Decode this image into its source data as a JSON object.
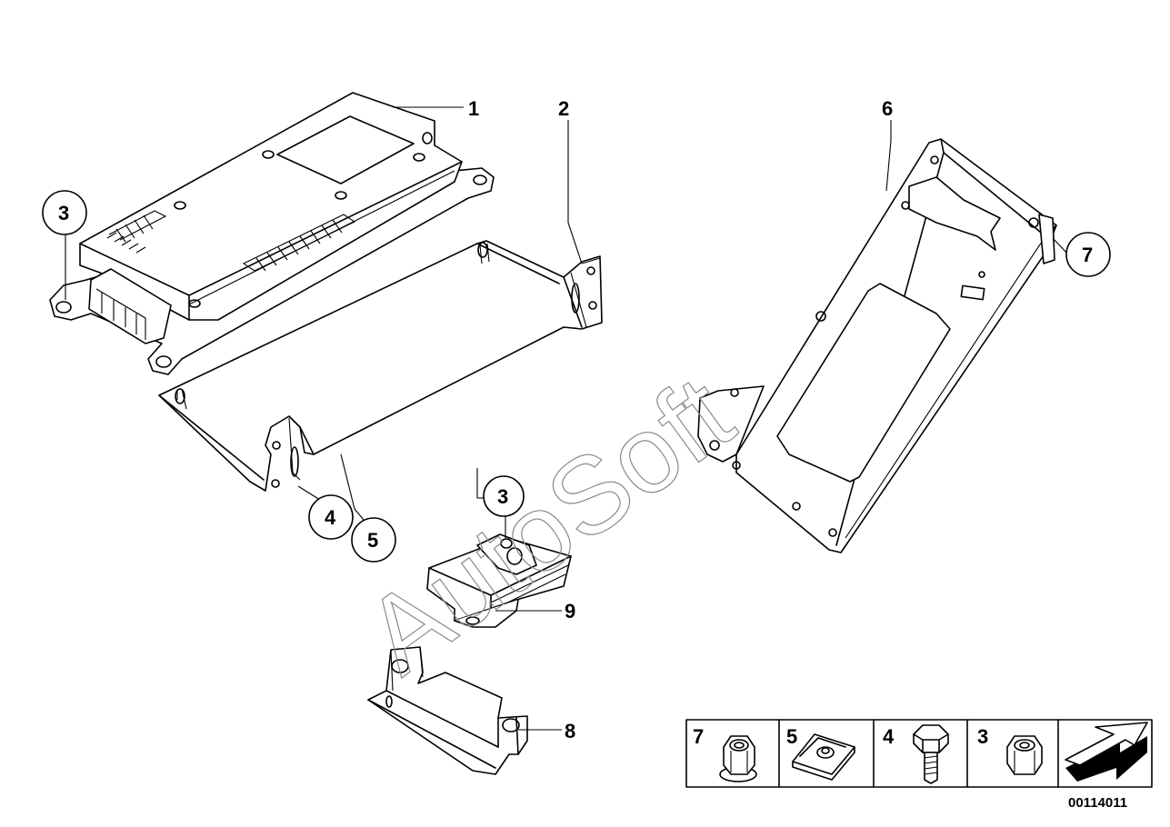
{
  "callouts": {
    "part1": "1",
    "part2": "2",
    "part3_top": "3",
    "part3_mid": "3",
    "part4": "4",
    "part5": "5",
    "part6": "6",
    "part7": "7",
    "part8": "8",
    "part9": "9"
  },
  "legend": {
    "cells": [
      {
        "number": "7",
        "icon": "hex-nut-flange-icon"
      },
      {
        "number": "5",
        "icon": "clip-nut-icon"
      },
      {
        "number": "4",
        "icon": "hex-bolt-icon"
      },
      {
        "number": "3",
        "icon": "hex-nut-icon"
      }
    ],
    "arrow_icon": "direction-arrow-icon"
  },
  "watermark": "AutoSoft",
  "diagram_code": "00114011"
}
